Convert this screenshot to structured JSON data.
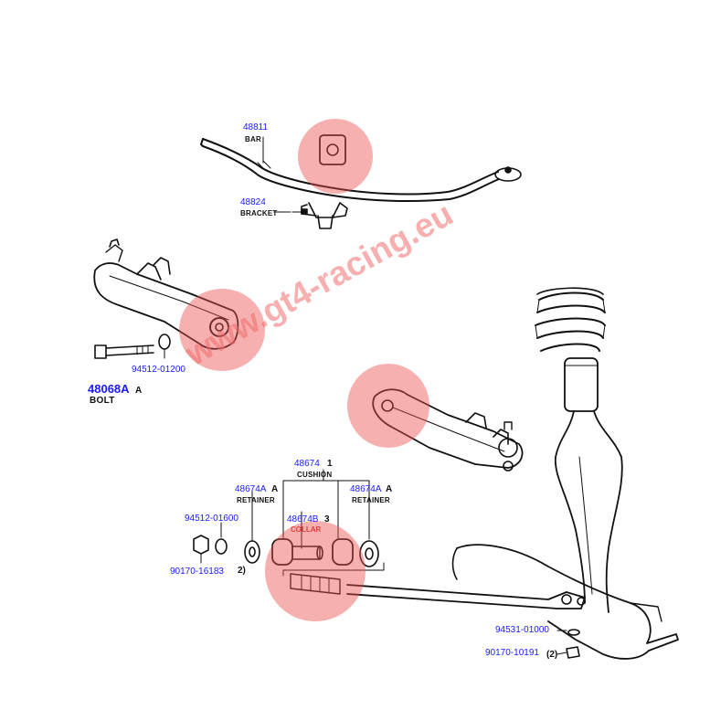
{
  "labels": {
    "bar_pn": "48811",
    "bar_name": "BAR",
    "bracket_pn": "48824",
    "bracket_name": "BRACKET",
    "bolt_pn": "48068A",
    "bolt_name": "BOLT",
    "bolt_mark": "A",
    "nut1_pn": "94512-01200",
    "cushion_pn": "48674",
    "cushion_name": "CUSHION",
    "cushion_mark": "1",
    "retainer_left_pn": "48674A",
    "retainer_left_name": "RETAINER",
    "retainer_left_mark": "A",
    "retainer_right_pn": "48674A",
    "retainer_right_name": "RETAINER",
    "retainer_right_mark": "A",
    "collar_pn": "48674B",
    "collar_name": "COLLAR",
    "collar_mark": "3",
    "nut2_pn": "94512-01600",
    "nut3_pn": "90170-16183",
    "nut3_qty": "2)",
    "washer_pn": "94531-01000",
    "bolt2_pn": "90170-10191",
    "bolt2_qty": "(2)"
  },
  "watermark": "www.gt4-racing.eu",
  "colors": {
    "part_number": "#1a1aff",
    "highlight": "#eb5050",
    "watermark": "#f06e6e",
    "line": "#111111"
  }
}
